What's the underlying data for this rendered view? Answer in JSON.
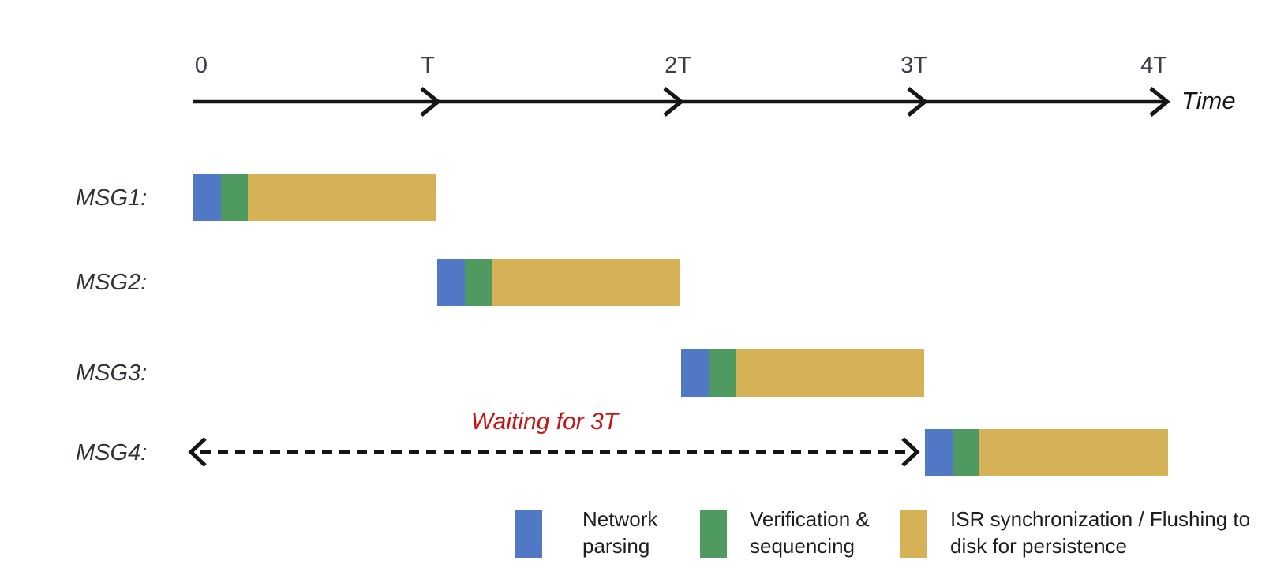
{
  "axis": {
    "ticks": [
      "0",
      "T",
      "2T",
      "3T",
      "4T"
    ],
    "label": "Time"
  },
  "messages": [
    {
      "label": "MSG1:",
      "start_tick": "0"
    },
    {
      "label": "MSG2:",
      "start_tick": "T"
    },
    {
      "label": "MSG3:",
      "start_tick": "2T"
    },
    {
      "label": "MSG4:",
      "start_tick": "3T"
    }
  ],
  "annotation": {
    "text": "Waiting for 3T",
    "color": "#c51212"
  },
  "legend": [
    {
      "label": "Network parsing",
      "color": "#5078c5"
    },
    {
      "label": "Verification & sequencing",
      "color": "#4f9a61"
    },
    {
      "label": "ISR synchronization / Flushing to disk for persistence",
      "color": "#d5b257"
    }
  ],
  "colors": {
    "axis": "#161616",
    "tick_text": "#3a3f46",
    "message_label_text": "#2e3338"
  }
}
